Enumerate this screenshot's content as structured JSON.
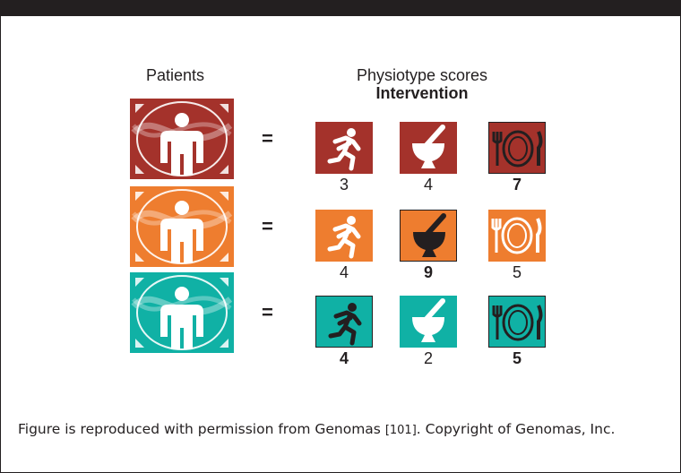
{
  "figure": {
    "patients_header": "Patients",
    "physiotype_header": "Physiotype scores",
    "intervention_header": "Intervention",
    "equals_sign": "=",
    "rows": [
      {
        "color": "#a4322b",
        "scores": [
          {
            "icon": "running-person-icon",
            "value": "3",
            "bold": false,
            "style": "filled"
          },
          {
            "icon": "mortar-pestle-icon",
            "value": "4",
            "bold": false,
            "style": "filled"
          },
          {
            "icon": "plate-cutlery-icon",
            "value": "7",
            "bold": true,
            "style": "outlined"
          }
        ]
      },
      {
        "color": "#ee7d2f",
        "scores": [
          {
            "icon": "running-person-icon",
            "value": "4",
            "bold": false,
            "style": "filled"
          },
          {
            "icon": "mortar-pestle-icon",
            "value": "9",
            "bold": true,
            "style": "outlined"
          },
          {
            "icon": "plate-cutlery-icon",
            "value": "5",
            "bold": false,
            "style": "filled"
          }
        ]
      },
      {
        "color": "#10b1a5",
        "scores": [
          {
            "icon": "running-person-icon",
            "value": "4",
            "bold": true,
            "style": "outlined"
          },
          {
            "icon": "mortar-pestle-icon",
            "value": "2",
            "bold": false,
            "style": "filled"
          },
          {
            "icon": "plate-cutlery-icon",
            "value": "5",
            "bold": true,
            "style": "outlined"
          }
        ]
      }
    ]
  },
  "caption": {
    "text_before": "Figure is reproduced with permission from Genomas ",
    "reference": "[101]",
    "text_after": ". Copyright of Genomas, Inc."
  }
}
